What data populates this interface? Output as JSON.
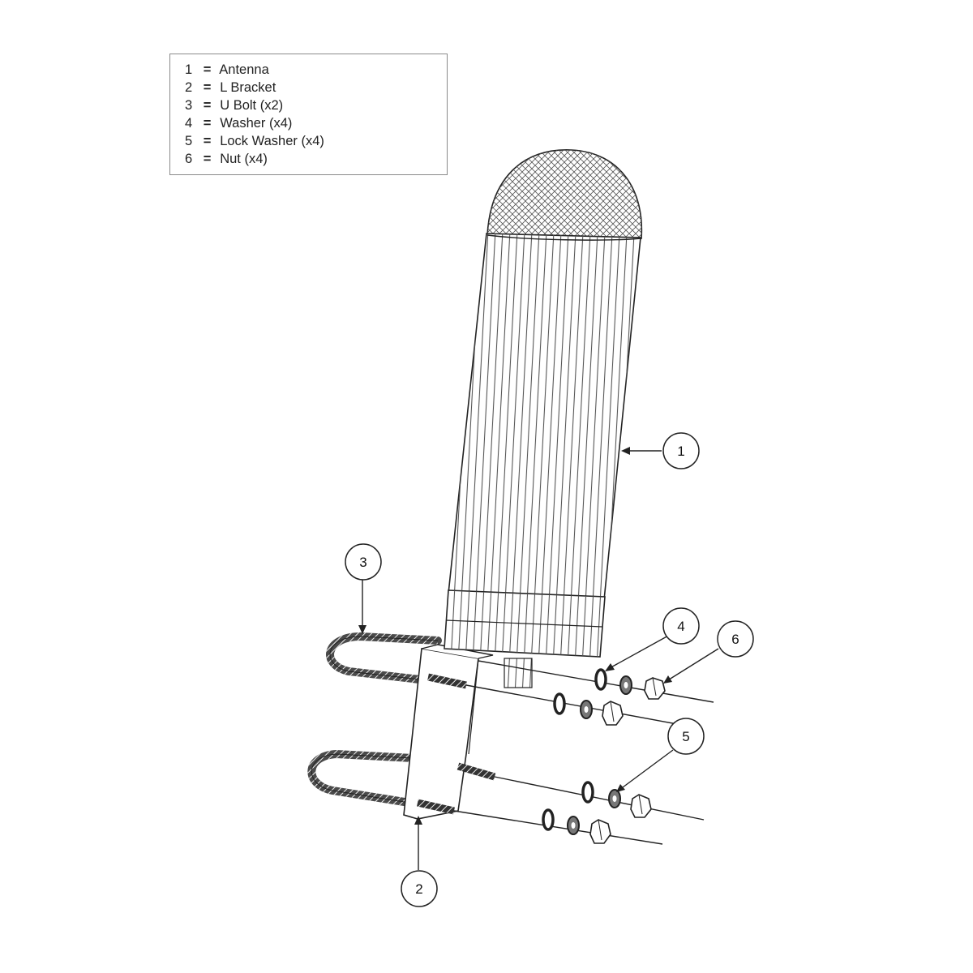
{
  "legend": {
    "items": [
      {
        "num": "1",
        "eq": "=",
        "label": "Antenna"
      },
      {
        "num": "2",
        "eq": "=",
        "label": "L Bracket"
      },
      {
        "num": "3",
        "eq": "=",
        "label": "U Bolt (x2)"
      },
      {
        "num": "4",
        "eq": "=",
        "label": "Washer (x4)"
      },
      {
        "num": "5",
        "eq": "=",
        "label": "Lock Washer (x4)"
      },
      {
        "num": "6",
        "eq": "=",
        "label": "Nut (x4)"
      }
    ]
  },
  "callouts": {
    "antenna": "1",
    "l_bracket": "2",
    "u_bolt": "3",
    "washer": "4",
    "lock_washer": "5",
    "nut": "6"
  },
  "colors": {
    "line": "#222222",
    "hatch": "#555555",
    "ubolt": "#4a4a4a",
    "legend_border": "#8a8a8a"
  }
}
